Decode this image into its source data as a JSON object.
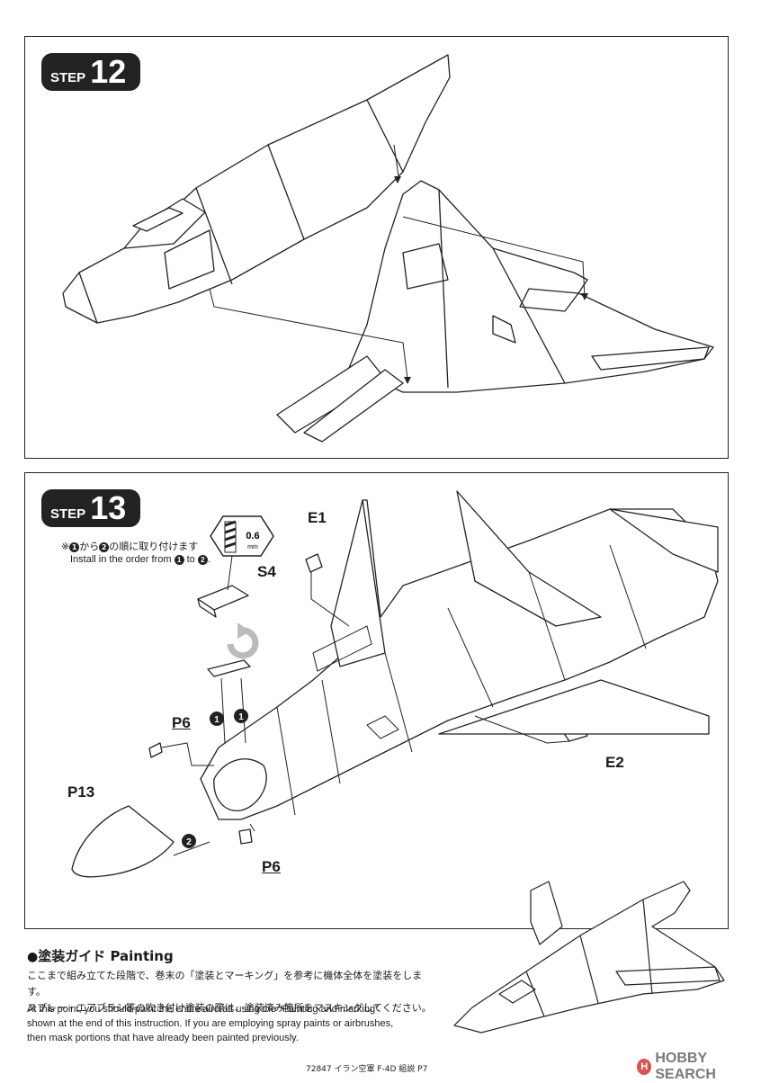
{
  "step12": {
    "word": "STEP",
    "number": "12"
  },
  "step13": {
    "word": "STEP",
    "number": "13",
    "order_note_jp": [
      "※",
      "から",
      "の順に取り付けます"
    ],
    "order_note_en": [
      "Install in the order from ",
      " to ",
      "."
    ],
    "order_1": "1",
    "order_2": "2",
    "drill": {
      "size": "0.6",
      "unit": "mm"
    },
    "parts": {
      "E1": "E1",
      "S4": "S4",
      "P6a": "P6",
      "P13": "P13",
      "P6b": "P6",
      "E2": "E2"
    }
  },
  "painting": {
    "bullet": "●",
    "title": "塗装ガイド Painting",
    "jp_lines": [
      "ここまで組み立てた段階で、巻末の「塗装とマーキング」を参考に機体全体を塗装をします。",
      "スプレー・エアブラシ等の吹き付け塗装の際は、塗装済み箇所をマスキングしてください。"
    ],
    "en_lines": [
      "At this point, you should paint the entire aircraft using the “Painting and marking”",
      "shown at the end of this instruction. If you are employing spray paints or airbrushes,",
      "then mask portions that have already been painted previously."
    ]
  },
  "footer": "72847 イラン空軍 F-4D 組説 P7",
  "watermark": {
    "logo_letter": "H",
    "text": "HOBBY SEARCH"
  }
}
